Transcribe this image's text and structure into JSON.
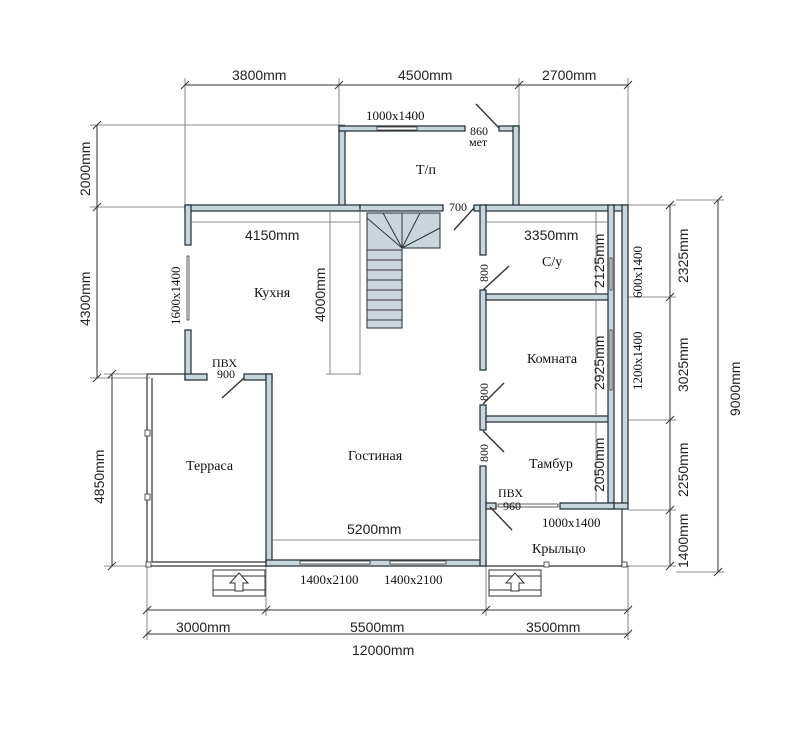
{
  "dims": {
    "top": [
      "3800mm",
      "4500mm",
      "2700mm"
    ],
    "left_upper": "2000mm",
    "left_mid": "4300mm",
    "left_lower": "4850mm",
    "right": [
      "2325mm",
      "3025mm",
      "2250mm",
      "1400mm"
    ],
    "right_total": "9000mm",
    "bottom": [
      "3000mm",
      "5500mm",
      "3500mm"
    ],
    "bottom_total": "12000mm",
    "inner": {
      "kitchen_width": "4150mm",
      "kitchen_depth": "4000mm",
      "wc_width": "3350mm",
      "wc_depth": "2125mm",
      "room_depth": "2925mm",
      "vestibule_depth": "2050mm",
      "living_width": "5200mm"
    }
  },
  "rooms": {
    "tp": "Т/п",
    "kitchen": "Кухня",
    "wc": "С/у",
    "room": "Комната",
    "terrace": "Терраса",
    "living": "Гостиная",
    "vestibule": "Тамбур",
    "porch": "Крыльцо"
  },
  "openings": {
    "top_window": "1000x1400",
    "door_860": "860",
    "door_met": "мет",
    "door_700": "700",
    "kitchen_window": "1600x1400",
    "pvx_left": "ПВХ",
    "door_900": "900",
    "door_800_a": "800",
    "door_800_b": "800",
    "door_800_c": "800",
    "right_window_1": "600x1400",
    "right_window_2": "1200x1400",
    "pvx_right": "ПВХ",
    "door_960": "960",
    "porch_window": "1000x1400",
    "living_window_1": "1400x2100",
    "living_window_2": "1400x2100"
  }
}
